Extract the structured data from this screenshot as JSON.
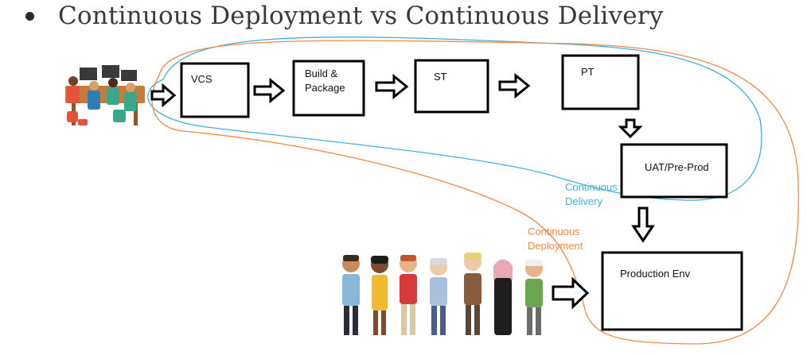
{
  "title": "Continuous Deployment vs Continuous Delivery",
  "stages": {
    "vcs": "VCS",
    "build_line1": "Build &",
    "build_line2": "Package",
    "st": "ST",
    "pt": "PT",
    "uat": "UAT/Pre-Prod",
    "production": "Production Env"
  },
  "loops": {
    "delivery_line1": "Continuous",
    "delivery_line2": "Delivery",
    "deployment_line1": "Continuous",
    "deployment_line2": "Deployment"
  },
  "colors": {
    "delivery": "#3fb0e0",
    "deployment": "#f28a45"
  }
}
